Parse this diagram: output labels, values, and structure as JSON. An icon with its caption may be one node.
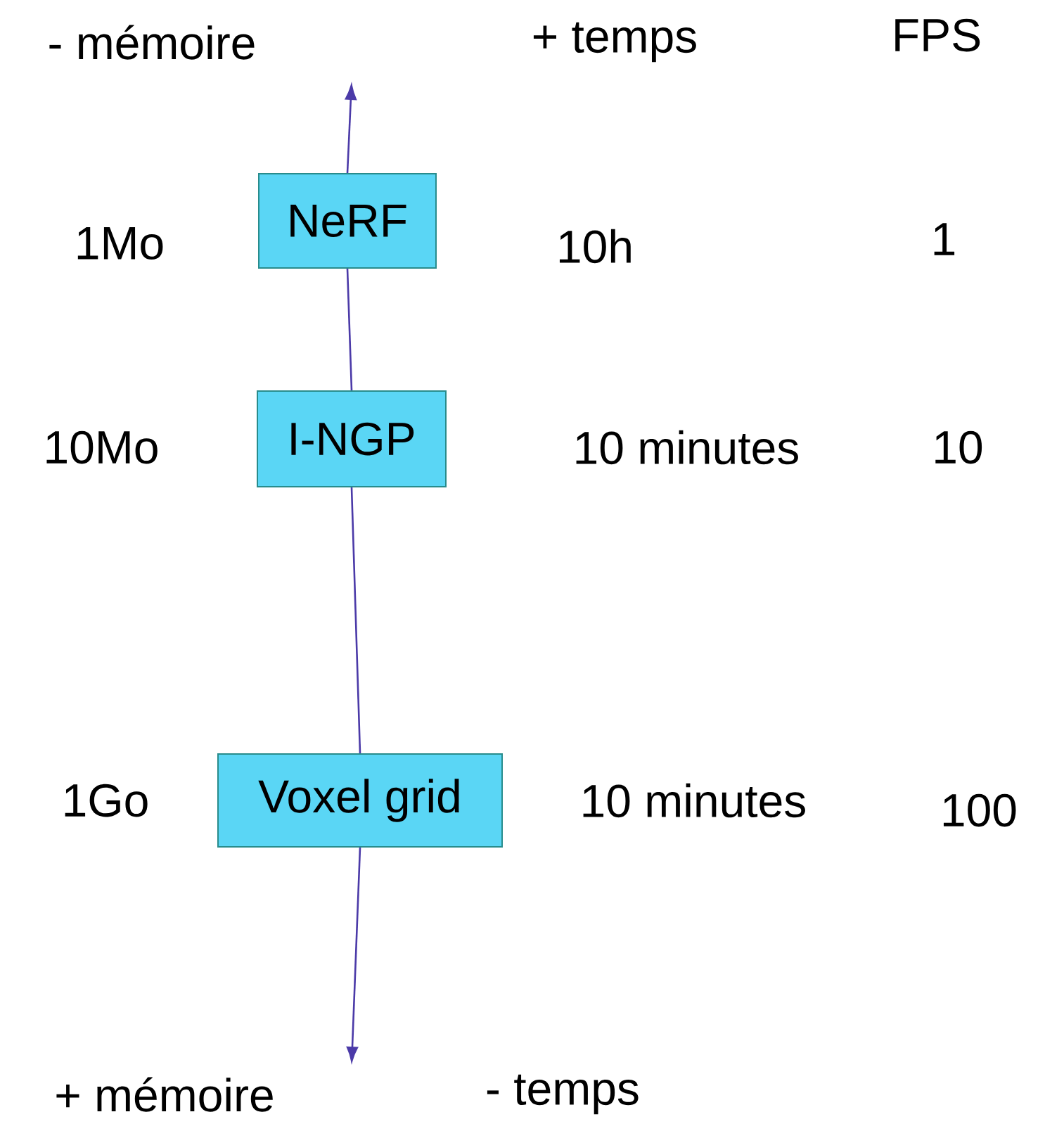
{
  "diagram": {
    "nodes": [
      {
        "text": [
          "NeRF"
        ]
      },
      {
        "text": [
          "I-NGP"
        ]
      },
      {
        "text": [
          "Voxel grid"
        ]
      }
    ],
    "edges": [
      {
        "from": 0,
        "to": null,
        "arrow": "to"
      },
      {
        "from": 0,
        "to": 1,
        "arrow": "none"
      },
      {
        "from": 1,
        "to": 2,
        "arrow": "none"
      },
      {
        "from": 2,
        "to": null,
        "arrow": "to"
      }
    ],
    "labels": [
      "- mémoire",
      "+ temps",
      "FPS",
      "1Mo",
      "10h",
      "1",
      "10Mo",
      "10 minutes",
      "10",
      "1Go",
      "10 minutes",
      "100",
      "+ mémoire",
      "- temps"
    ]
  }
}
